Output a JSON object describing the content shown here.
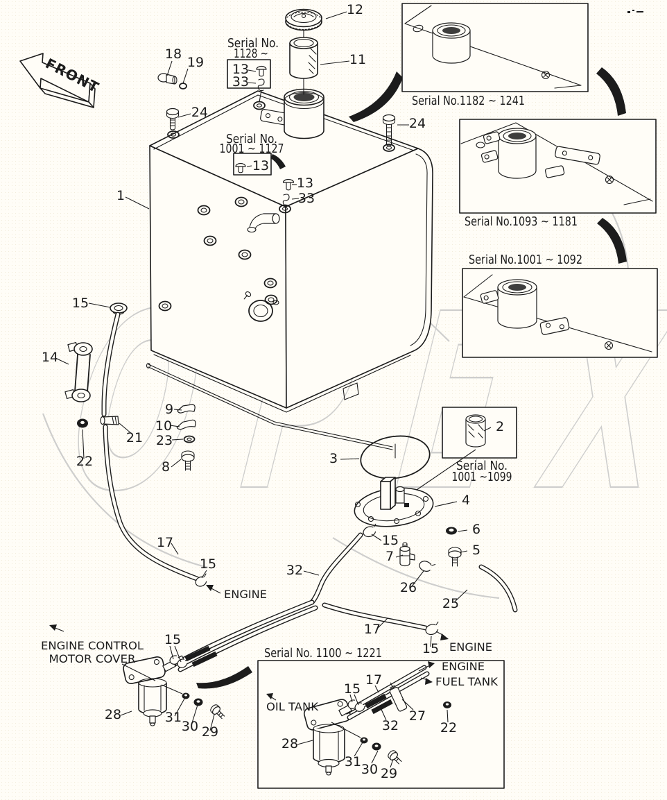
{
  "ink": "#1c1c1c",
  "paper": "#fffdf7",
  "front_arrow": {
    "label": "FRONT"
  },
  "watermark": {
    "text": "OPEX",
    "color": "#c9c9c9"
  },
  "inset_captions": [
    {
      "text": "Serial No.1182 ~ 1241"
    },
    {
      "text": "Serial No.1093 ~ 1181"
    },
    {
      "text": "Serial No.1001 ~ 1092"
    },
    {
      "text": "Serial No. 1100 ~ 1221"
    }
  ],
  "serial_notes": [
    {
      "line1": "Serial No.",
      "line2": "1128 ~"
    },
    {
      "line1": "Serial No.",
      "line2": "1001 ~ 1127"
    },
    {
      "line1": "Serial No.",
      "line2": "1001 ~1099"
    }
  ],
  "destination_labels": [
    {
      "text": "ENGINE"
    },
    {
      "text": "ENGINE"
    },
    {
      "text": "ENGINE CONTROL"
    },
    {
      "text": "MOTOR COVER"
    },
    {
      "text": "ENGINE"
    },
    {
      "text": "FUEL TANK"
    },
    {
      "text": "OIL TANK"
    }
  ],
  "part_callouts": [
    {
      "text": "12"
    },
    {
      "text": "11"
    },
    {
      "text": "18"
    },
    {
      "text": "19"
    },
    {
      "text": "24"
    },
    {
      "text": "24"
    },
    {
      "text": "13"
    },
    {
      "text": "33"
    },
    {
      "text": "13"
    },
    {
      "text": "13"
    },
    {
      "text": "33"
    },
    {
      "text": "1"
    },
    {
      "text": "15"
    },
    {
      "text": "14"
    },
    {
      "text": "21"
    },
    {
      "text": "22"
    },
    {
      "text": "9"
    },
    {
      "text": "10"
    },
    {
      "text": "23"
    },
    {
      "text": "8"
    },
    {
      "text": "3"
    },
    {
      "text": "2"
    },
    {
      "text": "4"
    },
    {
      "text": "6"
    },
    {
      "text": "5"
    },
    {
      "text": "15"
    },
    {
      "text": "7"
    },
    {
      "text": "26"
    },
    {
      "text": "25"
    },
    {
      "text": "17"
    },
    {
      "text": "15"
    },
    {
      "text": "32"
    },
    {
      "text": "17"
    },
    {
      "text": "15"
    },
    {
      "text": "15"
    },
    {
      "text": "28"
    },
    {
      "text": "31"
    },
    {
      "text": "30"
    },
    {
      "text": "29"
    },
    {
      "text": "17"
    },
    {
      "text": "15"
    },
    {
      "text": "27"
    },
    {
      "text": "22"
    },
    {
      "text": "32"
    },
    {
      "text": "28"
    },
    {
      "text": "31"
    },
    {
      "text": "30"
    },
    {
      "text": "29"
    }
  ]
}
